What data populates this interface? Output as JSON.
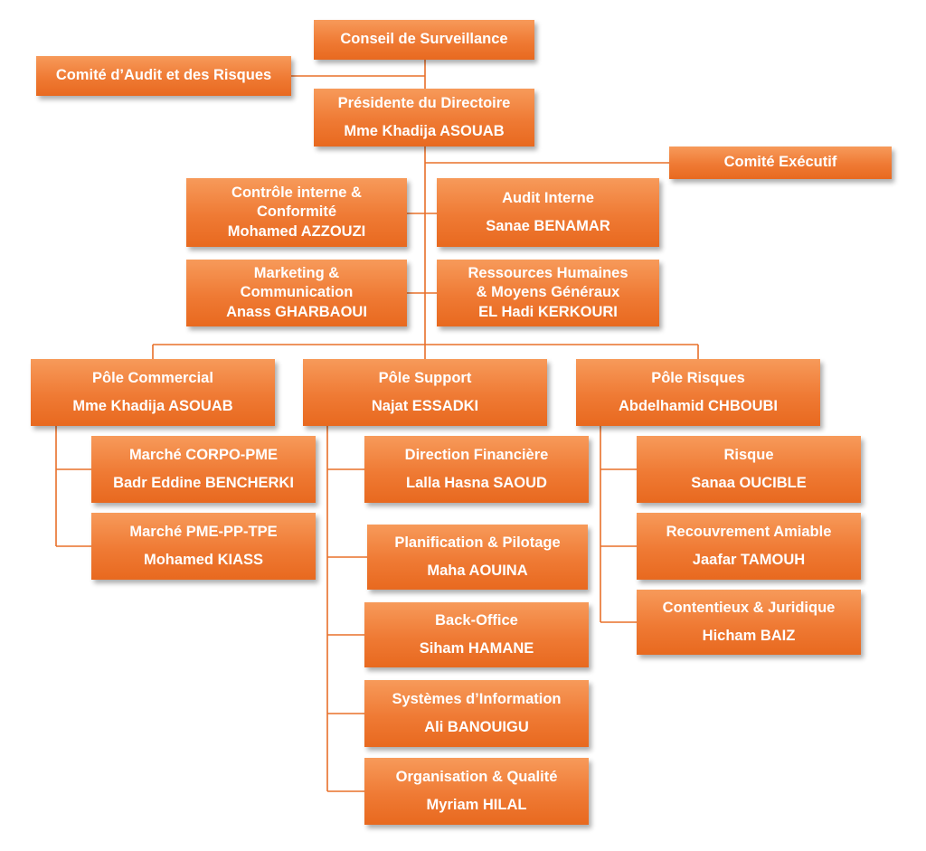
{
  "chart_data": {
    "type": "org-chart",
    "nodes": {
      "conseil": {
        "title": "Conseil de Surveillance"
      },
      "comite_audit": {
        "title": "Comité d’Audit et des  Risques"
      },
      "presidente": {
        "title": "Présidente du Directoire",
        "person": "Mme Khadija ASOUAB"
      },
      "comite_executif": {
        "title": "Comité Exécutif"
      },
      "controle_interne": {
        "title_lines": [
          "Contrôle interne &",
          "Conformité"
        ],
        "person": "Mohamed AZZOUZI"
      },
      "audit_interne": {
        "title": "Audit Interne",
        "person": "Sanae BENAMAR"
      },
      "marketing": {
        "title_lines": [
          "Marketing &",
          "Communication"
        ],
        "person": "Anass GHARBAOUI"
      },
      "rh": {
        "title_lines": [
          "Ressources Humaines",
          "& Moyens Généraux"
        ],
        "person": "EL Hadi KERKOURI"
      },
      "pole_commercial": {
        "title": "Pôle Commercial",
        "person": "Mme Khadija ASOUAB"
      },
      "pole_support": {
        "title": "Pôle Support",
        "person": "Najat ESSADKI"
      },
      "pole_risques": {
        "title": "Pôle Risques",
        "person": "Abdelhamid CHBOUBI"
      },
      "corpo_pme": {
        "title": "Marché CORPO-PME",
        "person": "Badr Eddine BENCHERKI"
      },
      "pme_pp_tpe": {
        "title": "Marché PME-PP-TPE",
        "person": "Mohamed KIASS"
      },
      "dir_financiere": {
        "title": "Direction Financière",
        "person": "Lalla Hasna SAOUD"
      },
      "planification": {
        "title": "Planification & Pilotage",
        "person": "Maha AOUINA"
      },
      "back_office": {
        "title": "Back-Office",
        "person": "Siham HAMANE"
      },
      "systemes_info": {
        "title": "Systèmes d’Information",
        "person": "Ali BANOUIGU"
      },
      "organisation": {
        "title": "Organisation & Qualité",
        "person": "Myriam HILAL"
      },
      "risque": {
        "title": "Risque",
        "person": "Sanaa OUCIBLE"
      },
      "recouvrement": {
        "title": "Recouvrement Amiable",
        "person": "Jaafar TAMOUH"
      },
      "contentieux": {
        "title": "Contentieux & Juridique",
        "person": "Hicham BAIZ"
      }
    },
    "edges": [
      [
        "conseil",
        "presidente"
      ],
      [
        "conseil",
        "comite_audit"
      ],
      [
        "presidente",
        "comite_executif"
      ],
      [
        "presidente",
        "controle_interne"
      ],
      [
        "presidente",
        "audit_interne"
      ],
      [
        "presidente",
        "marketing"
      ],
      [
        "presidente",
        "rh"
      ],
      [
        "presidente",
        "pole_commercial"
      ],
      [
        "presidente",
        "pole_support"
      ],
      [
        "presidente",
        "pole_risques"
      ],
      [
        "pole_commercial",
        "corpo_pme"
      ],
      [
        "pole_commercial",
        "pme_pp_tpe"
      ],
      [
        "pole_support",
        "dir_financiere"
      ],
      [
        "pole_support",
        "planification"
      ],
      [
        "pole_support",
        "back_office"
      ],
      [
        "pole_support",
        "systemes_info"
      ],
      [
        "pole_support",
        "organisation"
      ],
      [
        "pole_risques",
        "risque"
      ],
      [
        "pole_risques",
        "recouvrement"
      ],
      [
        "pole_risques",
        "contentieux"
      ]
    ],
    "colors": {
      "box": "#ef7a34",
      "text": "#ffffff",
      "connector": "#e8702a"
    }
  }
}
